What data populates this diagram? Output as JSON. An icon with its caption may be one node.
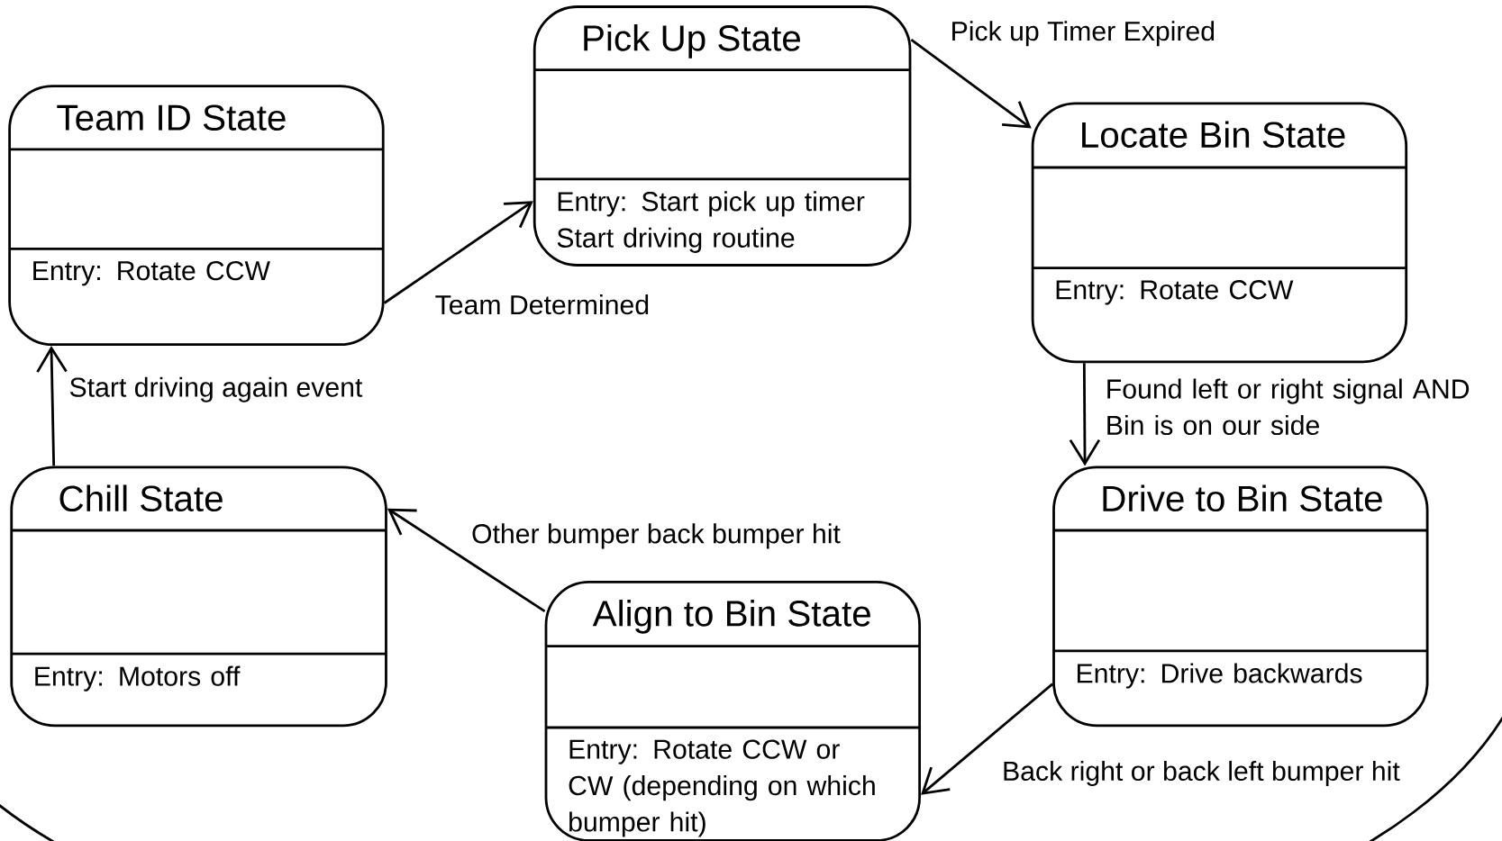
{
  "diagram": {
    "nodes": [
      {
        "text": [
          "Team ID State",
          "Entry: Rotate CCW"
        ]
      },
      {
        "text": [
          "Pick Up State",
          "Entry: Start pick up timer Start driving routine"
        ]
      },
      {
        "text": [
          "Locate Bin State",
          "Entry: Rotate CCW"
        ]
      },
      {
        "text": [
          "Drive to Bin State",
          "Entry: Drive backwards"
        ]
      },
      {
        "text": [
          "Align to Bin State",
          "Entry: Rotate CCW or CW (depending on which bumper hit)"
        ]
      },
      {
        "text": [
          "Chill State",
          "Entry: Motors off"
        ]
      }
    ],
    "edges": [
      {
        "from": 0,
        "to": 1,
        "arrow": "to",
        "label": "Team Determined"
      },
      {
        "from": 1,
        "to": 2,
        "arrow": "to",
        "label": "Pick up Timer Expired"
      },
      {
        "from": 2,
        "to": 3,
        "arrow": "to",
        "label": "Found left or right signal AND Bin is on our side"
      },
      {
        "from": 3,
        "to": 4,
        "arrow": "to",
        "label": "Back right or back left bumper hit"
      },
      {
        "from": 4,
        "to": 5,
        "arrow": "to",
        "label": "Other bumper back bumper hit"
      },
      {
        "from": 5,
        "to": 0,
        "arrow": "to",
        "label": "Start driving again event"
      }
    ]
  }
}
